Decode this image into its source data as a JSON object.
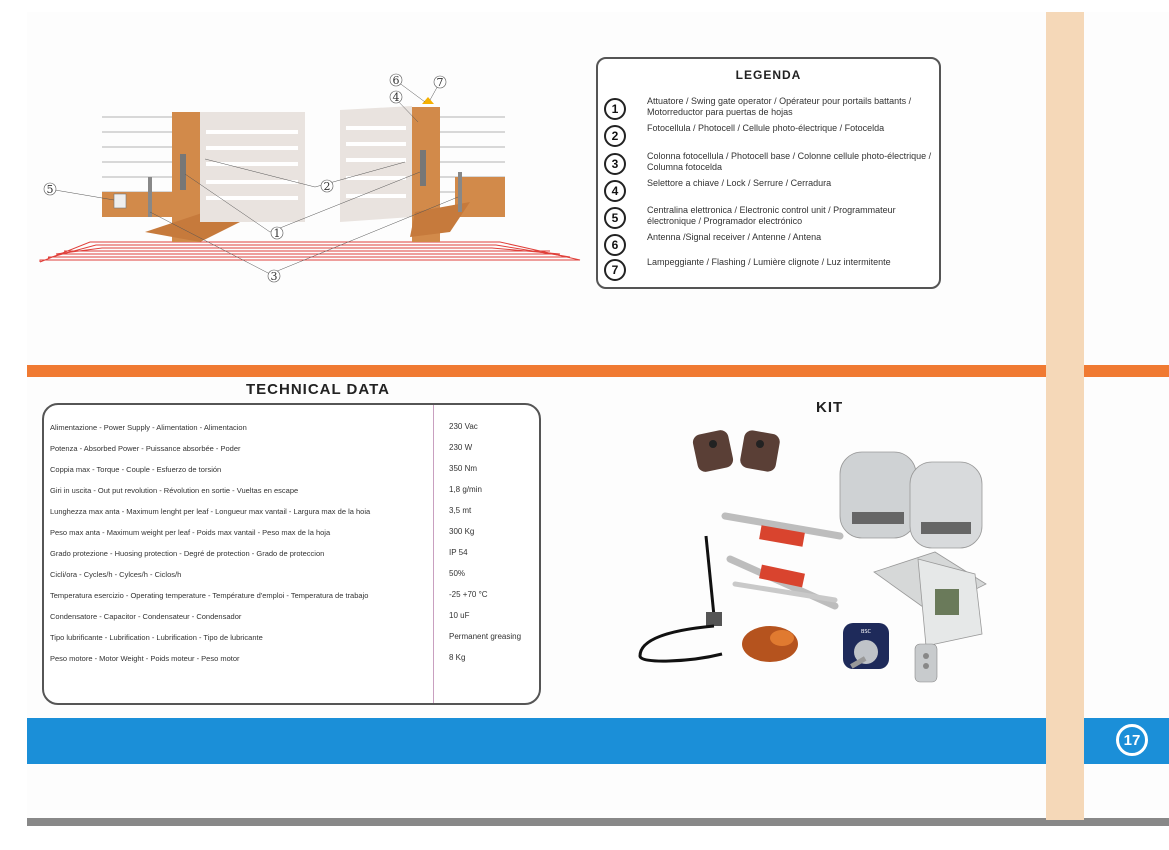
{
  "legend": {
    "title": "LEGENDA",
    "items": [
      {
        "num": "1",
        "text": "Attuatore / Swing gate operator / Opérateur pour portails   battants / Motorreductor para puertas de hojas"
      },
      {
        "num": "2",
        "text": "Fotocellula / Photocell / Cellule photo-électrique / Fotocelda"
      },
      {
        "num": "3",
        "text": "Colonna fotocellula / Photocell base / Colonne cellule photo-électrique / Columna fotocelda"
      },
      {
        "num": "4",
        "text": "Selettore a chiave / Lock / Serrure / Cerradura"
      },
      {
        "num": "5",
        "text": "Centralina elettronica / Electronic control unit / Programmateur électronique / Programador electrónico"
      },
      {
        "num": "6",
        "text": "Antenna /Signal receiver / Antenne / Antena"
      },
      {
        "num": "7",
        "text": "Lampeggiante / Flashing / Lumière clignote / Luz intermitente"
      }
    ]
  },
  "diagram": {
    "callouts": [
      "1",
      "2",
      "3",
      "4",
      "5",
      "6",
      "7"
    ]
  },
  "technical": {
    "title": "TECHNICAL DATA",
    "rows": [
      {
        "label": "Alimentazione - Power Supply - Alimentation - Alimentacion",
        "value": "230 Vac"
      },
      {
        "label": "Potenza - Absorbed Power - Puissance absorbée - Poder",
        "value": "230 W"
      },
      {
        "label": "Coppia max - Torque - Couple - Esfuerzo de torsión",
        "value": "350 Nm"
      },
      {
        "label": "Giri in uscita - Out put revolution - Révolution en sortie - Vueltas en escape",
        "value": "1,8 g/min"
      },
      {
        "label": "Lunghezza max anta - Maximum lenght per leaf - Longueur max vantail - Largura max de la hoia",
        "value": "3,5  mt"
      },
      {
        "label": "Peso max anta - Maximum weight per leaf - Poids max vantail - Peso max de la hoja",
        "value": "300 Kg"
      },
      {
        "label": "Grado protezione - Huosing protection - Degré de protection - Grado de proteccion",
        "value": "IP 54"
      },
      {
        "label": "Cicli/ora - Cycles/h - Cylces/h - Ciclos/h",
        "value": "50%"
      },
      {
        "label": "Temperatura esercizio - Operating temperature - Température d'emploi - Temperatura de trabajo",
        "value": "-25 +70 °C"
      },
      {
        "label": "Condensatore - Capacitor - Condensateur - Condensador",
        "value": "10 uF"
      },
      {
        "label": "Tipo lubrificante - Lubrification - Lubrification - Tipo de lubricante",
        "value": "Permanent greasing"
      },
      {
        "label": "Peso motore - Motor Weight - Poids moteur - Peso motor",
        "value": "8 Kg"
      }
    ]
  },
  "kit": {
    "title": "KIT",
    "remote_label": "BSC"
  },
  "footer": {
    "page_number": "17"
  },
  "colors": {
    "accent_orange": "#f07a32",
    "band_blue": "#1b8fd8",
    "band_beige": "#f5d8b8",
    "wiring_red": "#e0403a",
    "post_wood": "#d28a4a"
  }
}
